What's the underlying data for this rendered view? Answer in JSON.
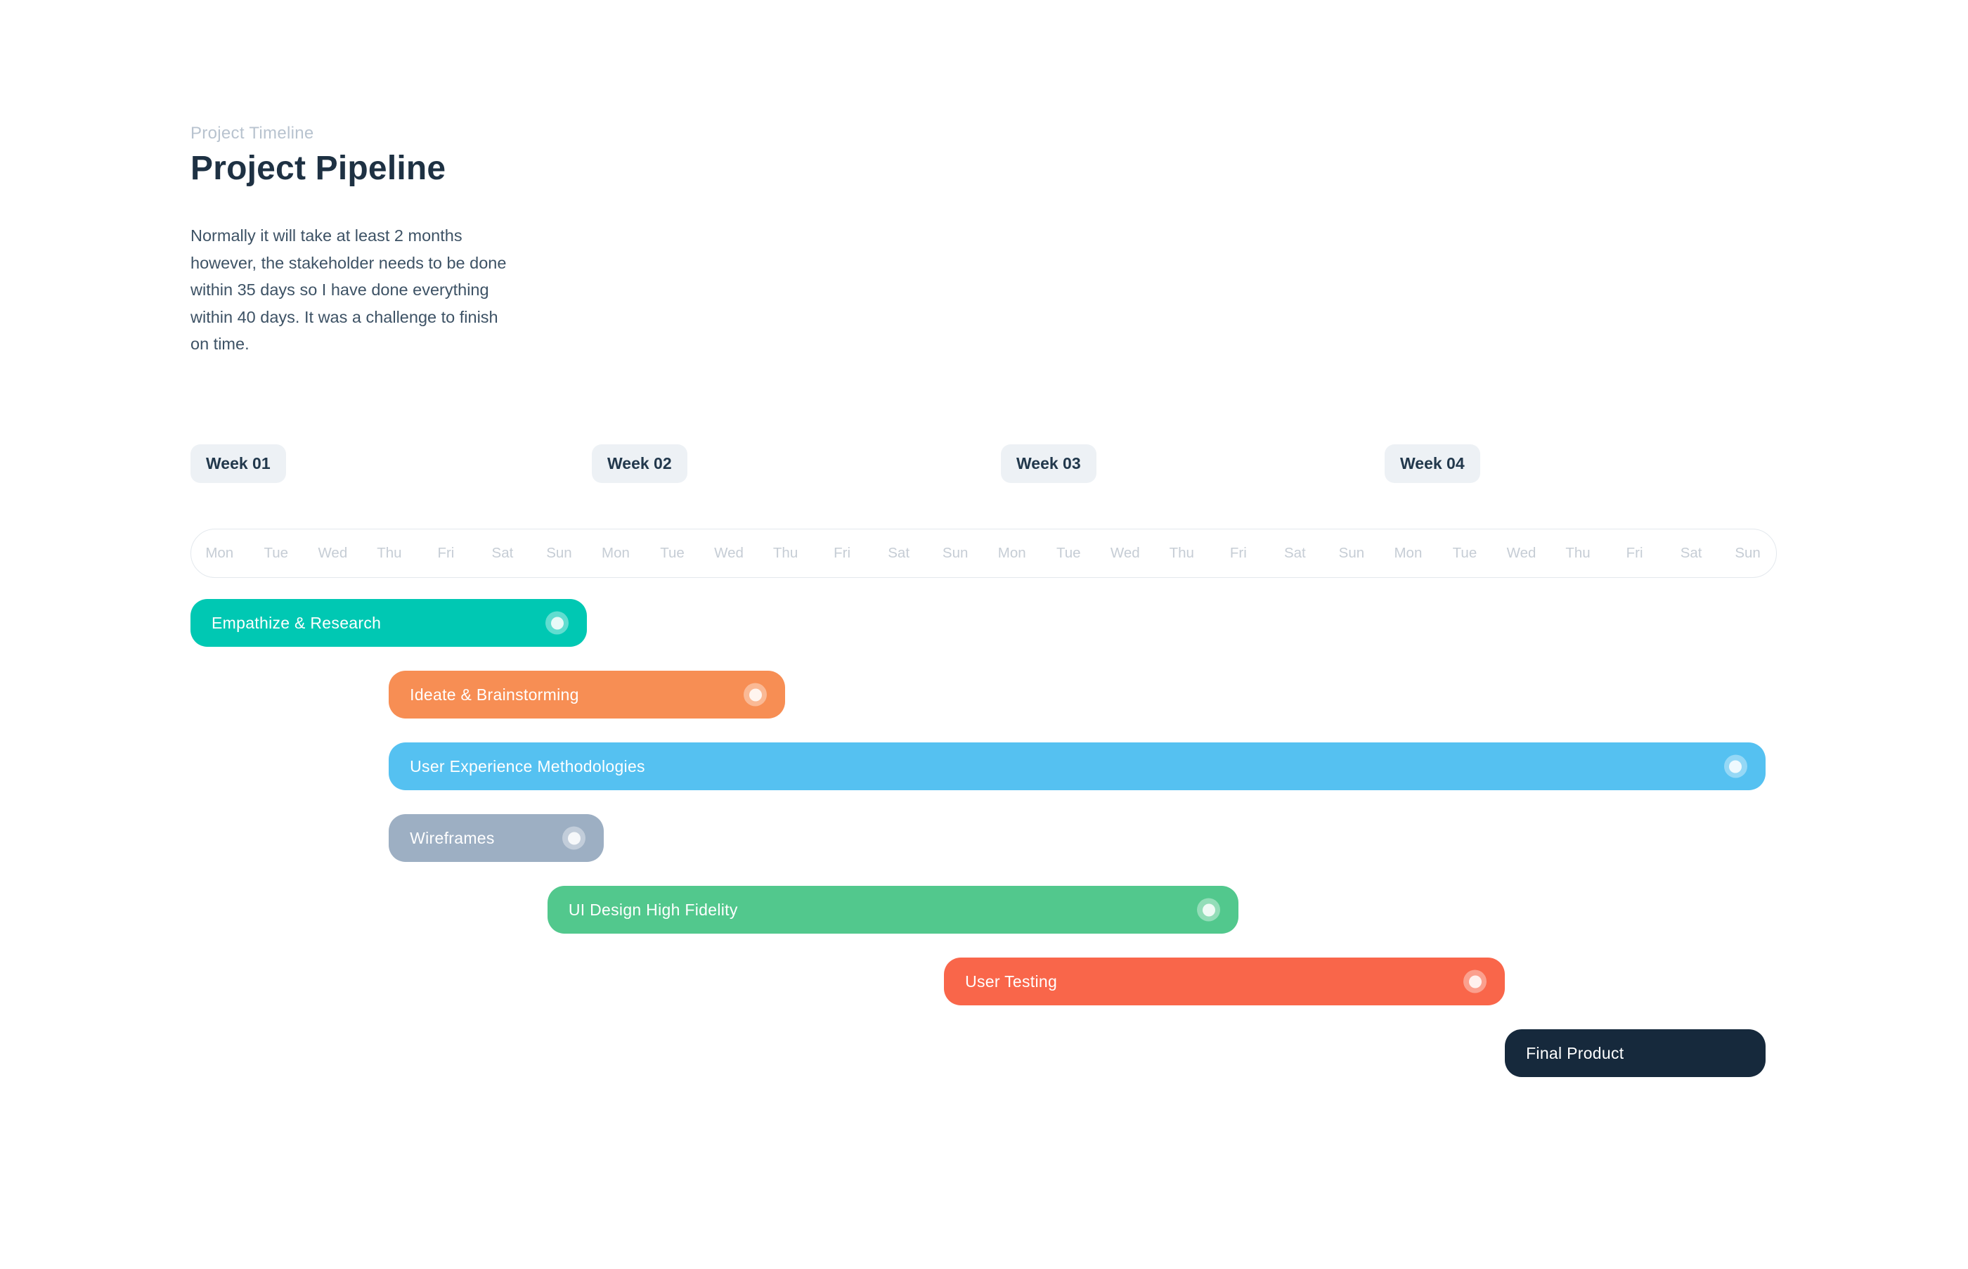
{
  "header": {
    "eyebrow": "Project Timeline",
    "title": "Project Pipeline",
    "description": "Normally it will take at least 2 months however, the stakeholder needs to be done within 35 days so I have done everything within 40 days. It was a challenge to finish on time."
  },
  "weeks": [
    {
      "label": "Week 01"
    },
    {
      "label": "Week 02"
    },
    {
      "label": "Week 03"
    },
    {
      "label": "Week 04"
    }
  ],
  "day_header": {
    "days": [
      "Mon",
      "Tue",
      "Wed",
      "Thu",
      "Fri",
      "Sat",
      "Sun",
      "Mon",
      "Tue",
      "Wed",
      "Thu",
      "Fri",
      "Sat",
      "Sun",
      "Mon",
      "Tue",
      "Wed",
      "Thu",
      "Fri",
      "Sat",
      "Sun",
      "Mon",
      "Tue",
      "Wed",
      "Thu",
      "Fri",
      "Sat",
      "Sun"
    ]
  },
  "chart_data": {
    "type": "gantt",
    "title": "Project Pipeline",
    "unit": "days",
    "total_days": 28,
    "weeks": [
      "Week 01",
      "Week 02",
      "Week 03",
      "Week 04"
    ],
    "day_columns": [
      "Mon",
      "Tue",
      "Wed",
      "Thu",
      "Fri",
      "Sat",
      "Sun",
      "Mon",
      "Tue",
      "Wed",
      "Thu",
      "Fri",
      "Sat",
      "Sun",
      "Mon",
      "Tue",
      "Wed",
      "Thu",
      "Fri",
      "Sat",
      "Sun",
      "Mon",
      "Tue",
      "Wed",
      "Thu",
      "Fri",
      "Sat",
      "Sun"
    ],
    "tasks": [
      {
        "name": "Empathize & Research",
        "start_day": 0.0,
        "duration_days": 7.0,
        "color": "#00c8b3",
        "has_progress_dot": true
      },
      {
        "name": "Ideate & Brainstorming",
        "start_day": 3.5,
        "duration_days": 7.0,
        "color": "#f78e54",
        "has_progress_dot": true
      },
      {
        "name": "User Experience Methodologies",
        "start_day": 3.5,
        "duration_days": 24.3,
        "color": "#55c1f1",
        "has_progress_dot": true
      },
      {
        "name": "Wireframes",
        "start_day": 3.5,
        "duration_days": 3.8,
        "color": "#9dafc3",
        "has_progress_dot": true
      },
      {
        "name": "UI Design High Fidelity",
        "start_day": 6.3,
        "duration_days": 12.2,
        "color": "#52c88d",
        "has_progress_dot": true
      },
      {
        "name": "User Testing",
        "start_day": 13.3,
        "duration_days": 9.9,
        "color": "#f9664a",
        "has_progress_dot": true
      },
      {
        "name": "Final Product",
        "start_day": 23.2,
        "duration_days": 4.6,
        "color": "#16293c",
        "has_progress_dot": false
      }
    ],
    "colors": {
      "background": "#ffffff",
      "title_text": "#1e3143",
      "eyebrow_text": "#b8c3cf",
      "body_text": "#3d5265",
      "week_badge_bg": "#edf1f5",
      "week_badge_text": "#22384c",
      "day_label_text": "#c6cdd5",
      "day_header_border": "#e3e8ed"
    },
    "legend_position": "none",
    "grid": false
  }
}
